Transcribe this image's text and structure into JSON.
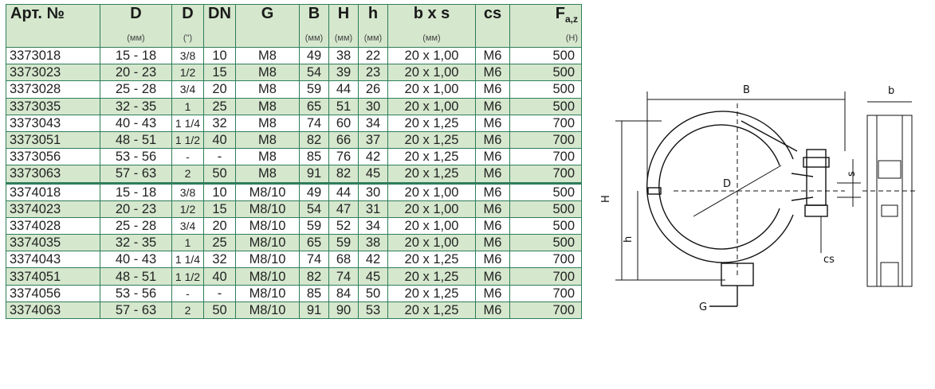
{
  "table": {
    "headers": [
      {
        "label": "Арт. №",
        "unit": ""
      },
      {
        "label": "D",
        "unit": "(мм)"
      },
      {
        "label": "D",
        "unit": "(\")"
      },
      {
        "label": "DN",
        "unit": ""
      },
      {
        "label": "G",
        "unit": ""
      },
      {
        "label": "B",
        "unit": "(мм)"
      },
      {
        "label": "H",
        "unit": "(мм)"
      },
      {
        "label": "h",
        "unit": "(мм)"
      },
      {
        "label": "b x s",
        "unit": "(мм)"
      },
      {
        "label": "cs",
        "unit": ""
      },
      {
        "label": "F",
        "sub": "a,z",
        "unit": "(H)"
      }
    ],
    "rows": [
      [
        "3373018",
        "15 - 18",
        "3/8",
        "10",
        "M8",
        "49",
        "38",
        "22",
        "20 x 1,00",
        "M6",
        "500"
      ],
      [
        "3373023",
        "20 - 23",
        "1/2",
        "15",
        "M8",
        "54",
        "39",
        "23",
        "20 x 1,00",
        "M6",
        "500"
      ],
      [
        "3373028",
        "25 - 28",
        "3/4",
        "20",
        "M8",
        "59",
        "44",
        "26",
        "20 x 1,00",
        "M6",
        "500"
      ],
      [
        "3373035",
        "32 - 35",
        "1",
        "25",
        "M8",
        "65",
        "51",
        "30",
        "20 x 1,00",
        "M6",
        "500"
      ],
      [
        "3373043",
        "40 - 43",
        "1 1/4",
        "32",
        "M8",
        "74",
        "60",
        "34",
        "20 x 1,25",
        "M6",
        "700"
      ],
      [
        "3373051",
        "48 - 51",
        "1 1/2",
        "40",
        "M8",
        "82",
        "66",
        "37",
        "20 x 1,25",
        "M6",
        "700"
      ],
      [
        "3373056",
        "53 - 56",
        "-",
        "-",
        "M8",
        "85",
        "76",
        "42",
        "20 x 1,25",
        "M6",
        "700"
      ],
      [
        "3373063",
        "57 - 63",
        "2",
        "50",
        "M8",
        "91",
        "82",
        "45",
        "20 x 1,25",
        "M6",
        "700"
      ],
      [
        "3374018",
        "15 - 18",
        "3/8",
        "10",
        "M8/10",
        "49",
        "44",
        "30",
        "20 x 1,00",
        "M6",
        "500"
      ],
      [
        "3374023",
        "20 - 23",
        "1/2",
        "15",
        "M8/10",
        "54",
        "47",
        "31",
        "20 x 1,00",
        "M6",
        "500"
      ],
      [
        "3374028",
        "25 - 28",
        "3/4",
        "20",
        "M8/10",
        "59",
        "52",
        "34",
        "20 x 1,00",
        "M6",
        "500"
      ],
      [
        "3374035",
        "32 - 35",
        "1",
        "25",
        "M8/10",
        "65",
        "59",
        "38",
        "20 x 1,00",
        "M6",
        "500"
      ],
      [
        "3374043",
        "40 - 43",
        "1 1/4",
        "32",
        "M8/10",
        "74",
        "68",
        "42",
        "20 x 1,25",
        "M6",
        "700"
      ],
      [
        "3374051",
        "48 - 51",
        "1 1/2",
        "40",
        "M8/10",
        "82",
        "74",
        "45",
        "20 x 1,25",
        "M6",
        "700"
      ],
      [
        "3374056",
        "53 - 56",
        "-",
        "-",
        "M8/10",
        "85",
        "84",
        "50",
        "20 x 1,25",
        "M6",
        "700"
      ],
      [
        "3374063",
        "57 - 63",
        "2",
        "50",
        "M8/10",
        "91",
        "90",
        "53",
        "20 x 1,25",
        "M6",
        "700"
      ]
    ]
  },
  "diagram": {
    "label_B": "B",
    "label_b": "b",
    "label_H": "H",
    "label_h": "h",
    "label_D": "D",
    "label_s": "s",
    "label_cs": "cs",
    "label_G": "G"
  },
  "colors": {
    "table_border": "#2e7d5a",
    "row_shade": "#d5e7cd"
  }
}
